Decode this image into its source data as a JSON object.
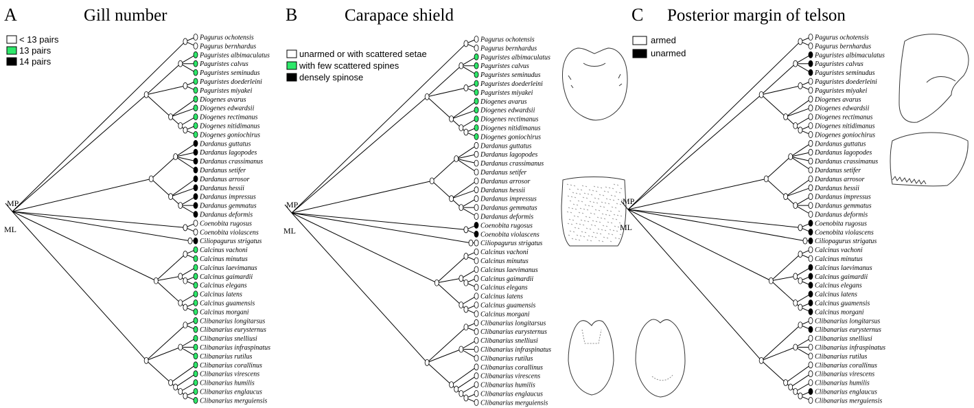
{
  "colors": {
    "white": "#ffffff",
    "green": "#2ee86a",
    "black": "#000000"
  },
  "panels": [
    {
      "letter": "A",
      "title": "Gill number",
      "legend": [
        {
          "label": "< 13 pairs",
          "color": "white"
        },
        {
          "label": "13 pairs",
          "color": "green"
        },
        {
          "label": "14 pairs",
          "color": "black"
        }
      ]
    },
    {
      "letter": "B",
      "title": "Carapace shield",
      "legend": [
        {
          "label": "unarmed or with scattered setae",
          "color": "white"
        },
        {
          "label": "with few scattered spines",
          "color": "green"
        },
        {
          "label": "densely spinose",
          "color": "black"
        }
      ]
    },
    {
      "letter": "C",
      "title": "Posterior margin of telson",
      "legend": [
        {
          "label": "armed",
          "color": "white"
        },
        {
          "label": "unarmed",
          "color": "black"
        }
      ]
    }
  ],
  "taxa": [
    "Pagurus ochotensis",
    "Pagurus bernhardus",
    "Paguristes albimaculatus",
    "Paguristes calvus",
    "Paguristes seminudus",
    "Paguristes doederleini",
    "Paguristes miyakei",
    "Diogenes avarus",
    "Diogenes edwardsii",
    "Diogenes rectimanus",
    "Diogenes nitidimanus",
    "Diogenes goniochirus",
    "Dardanus guttatus",
    "Dardanus lagopodes",
    "Dardanus crassimanus",
    "Dardanus setifer",
    "Dardanus arrosor",
    "Dardanus hessii",
    "Dardanus impressus",
    "Dardanus gemmatus",
    "Dardanus deformis",
    "Coenobita rugosus",
    "Coenobita violascens",
    "Ciliopagurus strigatus",
    "Calcinus vachoni",
    "Calcinus minutus",
    "Calcinus laevimanus",
    "Calcinus gaimardii",
    "Calcinus elegans",
    "Calcinus latens",
    "Calcinus guamensis",
    "Calcinus morgani",
    "Clibanarius longitarsus",
    "Clibanarius eurysternus",
    "Clibanarius snelliusi",
    "Clibanarius infraspinatus",
    "Clibanarius rutilus",
    "Clibanarius corallinus",
    "Clibanarius virescens",
    "Clibanarius humilis",
    "Clibanarius englaucus",
    "Clibanarius merguiensis"
  ],
  "tip_states": {
    "A": [
      "white",
      "white",
      "green",
      "green",
      "green",
      "green",
      "green",
      "green",
      "green",
      "green",
      "green",
      "green",
      "black",
      "black",
      "black",
      "black",
      "black",
      "black",
      "black",
      "black",
      "black",
      "white",
      "white",
      "black",
      "green",
      "green",
      "green",
      "green",
      "green",
      "green",
      "green",
      "green",
      "green",
      "green",
      "green",
      "green",
      "green",
      "green",
      "green",
      "green",
      "green",
      "green"
    ],
    "B": [
      "white",
      "white",
      "green",
      "green",
      "green",
      "green",
      "green",
      "green",
      "green",
      "green",
      "green",
      "green",
      "white",
      "white",
      "white",
      "white",
      "white",
      "white",
      "white",
      "white",
      "white",
      "black",
      "black",
      "white",
      "white",
      "white",
      "white",
      "white",
      "white",
      "white",
      "white",
      "white",
      "white",
      "white",
      "white",
      "white",
      "white",
      "white",
      "white",
      "white",
      "white",
      "white"
    ],
    "C": [
      "white",
      "white",
      "black",
      "black",
      "black",
      "white",
      "white",
      "white",
      "white",
      "white",
      "white",
      "white",
      "white",
      "white",
      "white",
      "white",
      "white",
      "white",
      "white",
      "white",
      "white",
      "black",
      "black",
      "black",
      "white",
      "white",
      "black",
      "black",
      "black",
      "black",
      "black",
      "black",
      "white",
      "black",
      "white",
      "white",
      "white",
      "white",
      "white",
      "white",
      "black",
      "white"
    ]
  },
  "node_labels": {
    "mp": "MP",
    "ml": "ML"
  },
  "icons": [
    "carapace-shield-sketch",
    "telson-sketch"
  ]
}
